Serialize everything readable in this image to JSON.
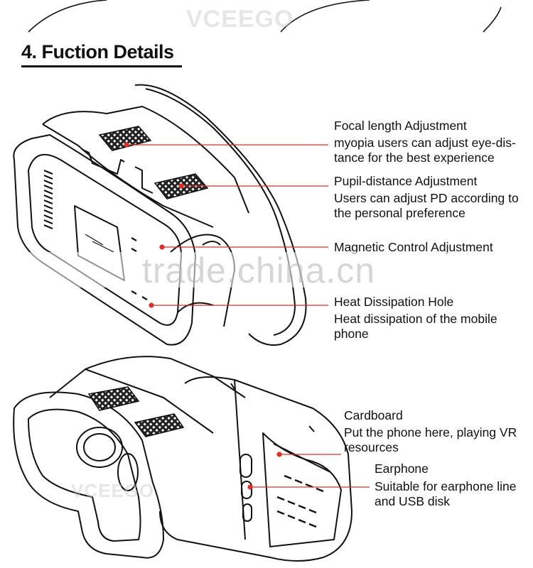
{
  "section_title": "4. Fuction Details",
  "watermarks": {
    "logo": "VCEEGO",
    "site": "trade.china.cn"
  },
  "callouts": [
    {
      "title": "Focal length Adjustment",
      "desc": "myopia users can adjust eye-dis-tance for the best experience"
    },
    {
      "title": "Pupil-distance Adjustment",
      "desc": "Users can adjust PD according to the personal preference"
    },
    {
      "title": "Magnetic Control Adjustment",
      "desc": ""
    },
    {
      "title": "Heat Dissipation Hole",
      "desc": "Heat dissipation of the mobile phone"
    },
    {
      "title": "Cardboard",
      "desc": "Put the phone here, playing VR resources"
    },
    {
      "title": "Earphone",
      "desc": "Suitable for earphone line and USB disk"
    }
  ],
  "colors": {
    "leader_line": "#d9302c",
    "outline": "#111111"
  }
}
